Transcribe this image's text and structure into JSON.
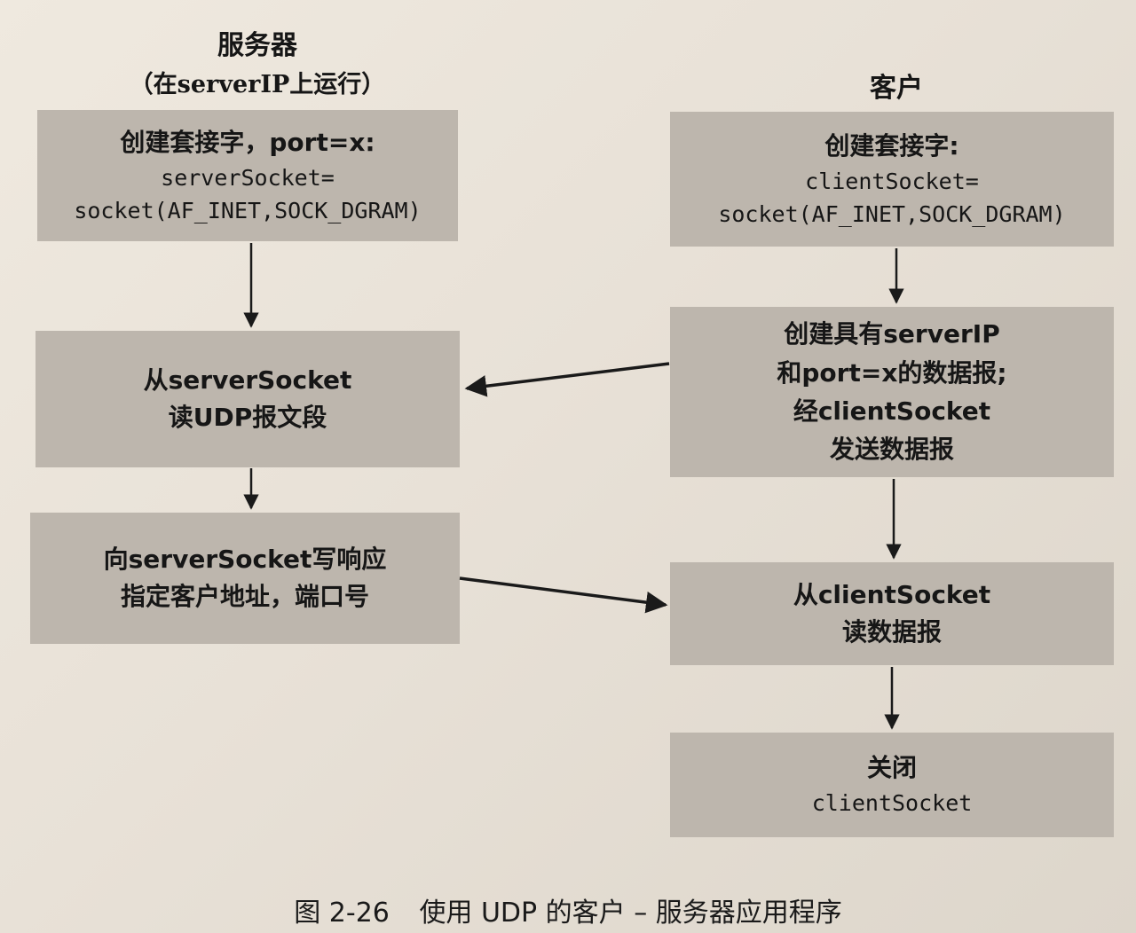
{
  "server_column": {
    "title": "服务器",
    "subtitle": "（在serverIP上运行）"
  },
  "client_column": {
    "title": "客户"
  },
  "server_boxes": [
    {
      "lines": [
        "创建套接字，port=x:",
        "serverSocket=",
        "socket(AF_INET,SOCK_DGRAM)"
      ]
    },
    {
      "lines": [
        "从serverSocket",
        "读UDP报文段"
      ]
    },
    {
      "lines": [
        "向serverSocket写响应",
        "指定客户地址，端口号"
      ]
    }
  ],
  "client_boxes": [
    {
      "lines": [
        "创建套接字:",
        "clientSocket=",
        "socket(AF_INET,SOCK_DGRAM)"
      ]
    },
    {
      "lines": [
        "创建具有serverIP",
        "和port=x的数据报;",
        "经clientSocket",
        "发送数据报"
      ]
    },
    {
      "lines": [
        "从clientSocket",
        "读数据报"
      ]
    },
    {
      "lines": [
        "关闭",
        "clientSocket"
      ]
    }
  ],
  "caption": {
    "figure_number": "图 2-26",
    "text": "使用 UDP 的客户 – 服务器应用程序"
  },
  "colors": {
    "box_fill": "#bdb6ad",
    "arrow": "#1a1a1a",
    "paper": "#e9e3da"
  }
}
